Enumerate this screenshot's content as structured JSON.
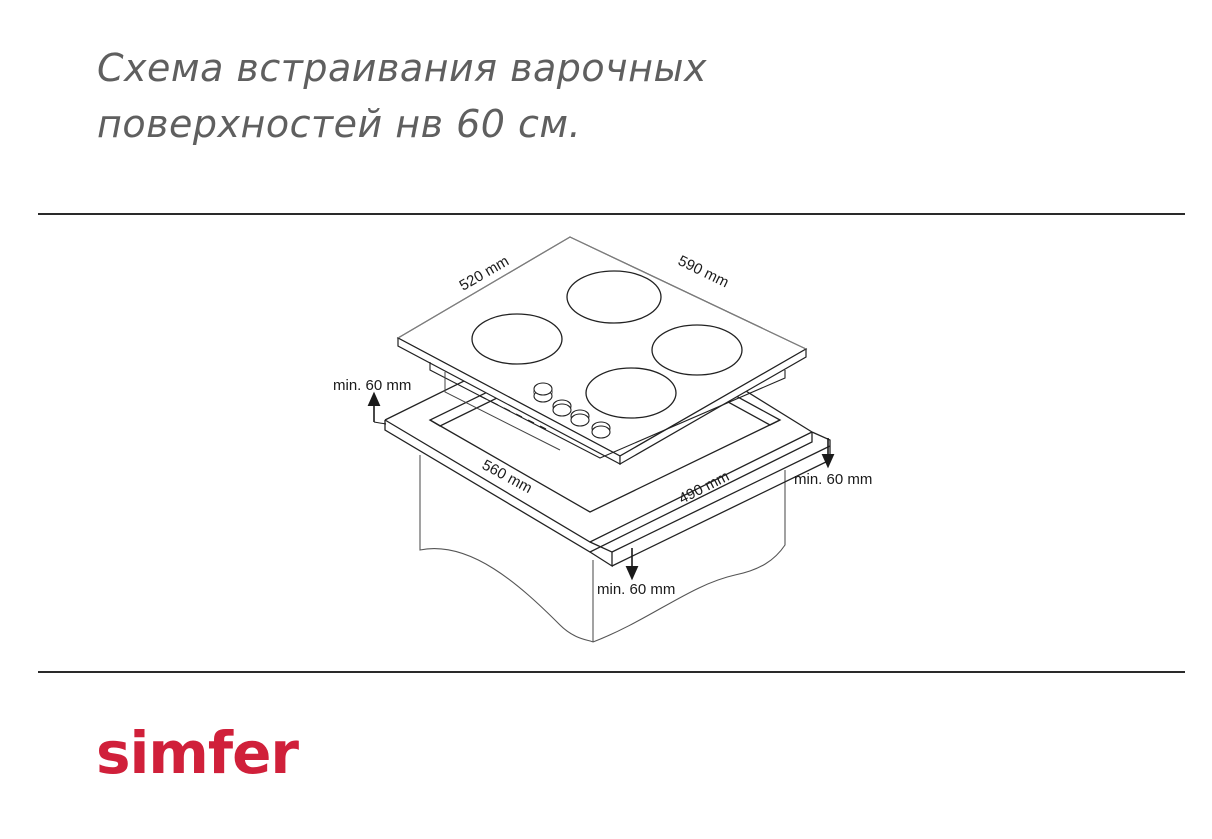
{
  "title": {
    "line1": "Схема встраивания варочных",
    "line2": "поверхностей нв 60 см."
  },
  "dimensions": {
    "hob_depth": "520 mm",
    "hob_width": "590 mm",
    "cutout_width": "560 mm",
    "cutout_depth": "490 mm",
    "clearance_left": "min. 60 mm",
    "clearance_right": "min. 60 mm",
    "clearance_front": "min. 60 mm"
  },
  "brand": {
    "name": "simfer",
    "color": "#d0203a"
  },
  "colors": {
    "title": "#5f5f5f",
    "line": "#2a2a2a"
  }
}
